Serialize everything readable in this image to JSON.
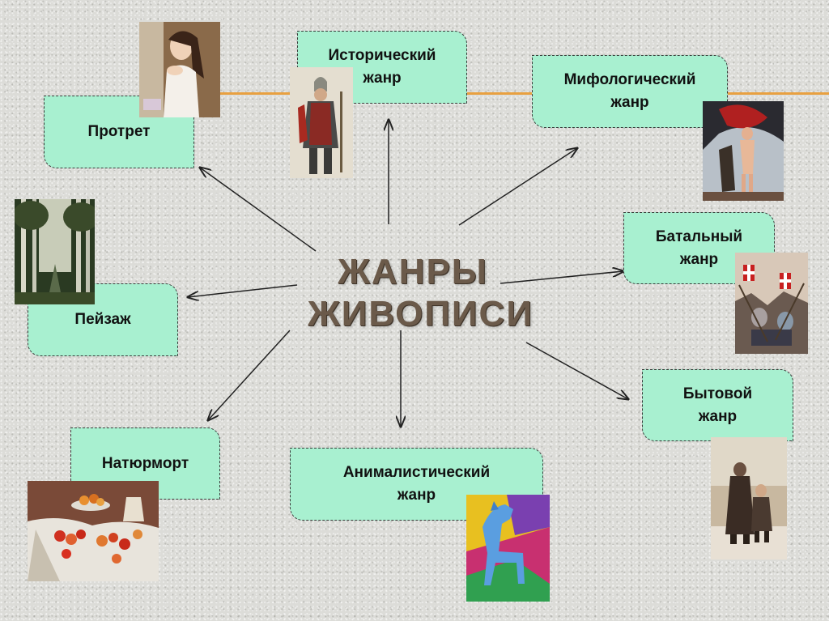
{
  "title": {
    "line1": "ЖАНРЫ",
    "line2": "ЖИВОПИСИ"
  },
  "genres": {
    "portrait": "Протрет",
    "historical": "Исторический\nжанр",
    "mythological": "Мифологический\nжанр",
    "landscape": "Пейзаж",
    "battle": "Батальный\nжанр",
    "still_life": "Натюрморт",
    "animalistic": "Анималистический\nжанр",
    "everyday": "Бытовой\nжанр"
  },
  "colors": {
    "box": "#a8f0d0",
    "line": "#e8a040",
    "arrow": "#222222",
    "title": "#6b5a4a"
  }
}
